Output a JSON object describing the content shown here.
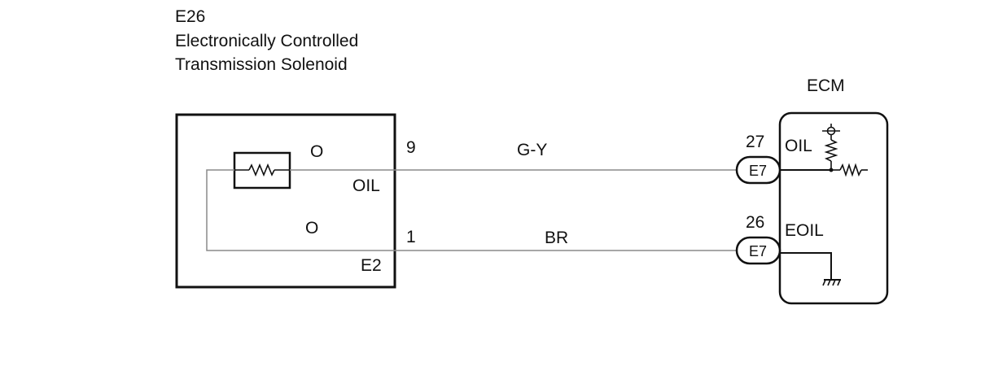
{
  "component": {
    "code": "E26",
    "name_line1": "Electronically Controlled",
    "name_line2": "Transmission Solenoid",
    "marker_top": "O",
    "marker_bottom": "O",
    "pin_oil_label": "OIL",
    "pin_e2_label": "E2"
  },
  "ecm": {
    "title": "ECM",
    "pin_oil_label": "OIL",
    "pin_eoil_label": "EOIL"
  },
  "wires": [
    {
      "from_pin": "9",
      "color_code": "G-Y",
      "to_pin": "27",
      "connector": "E7"
    },
    {
      "from_pin": "1",
      "color_code": "BR",
      "to_pin": "26",
      "connector": "E7"
    }
  ],
  "colors": {
    "line": "#111111",
    "wire": "#8a8a8a",
    "background": "#ffffff"
  }
}
